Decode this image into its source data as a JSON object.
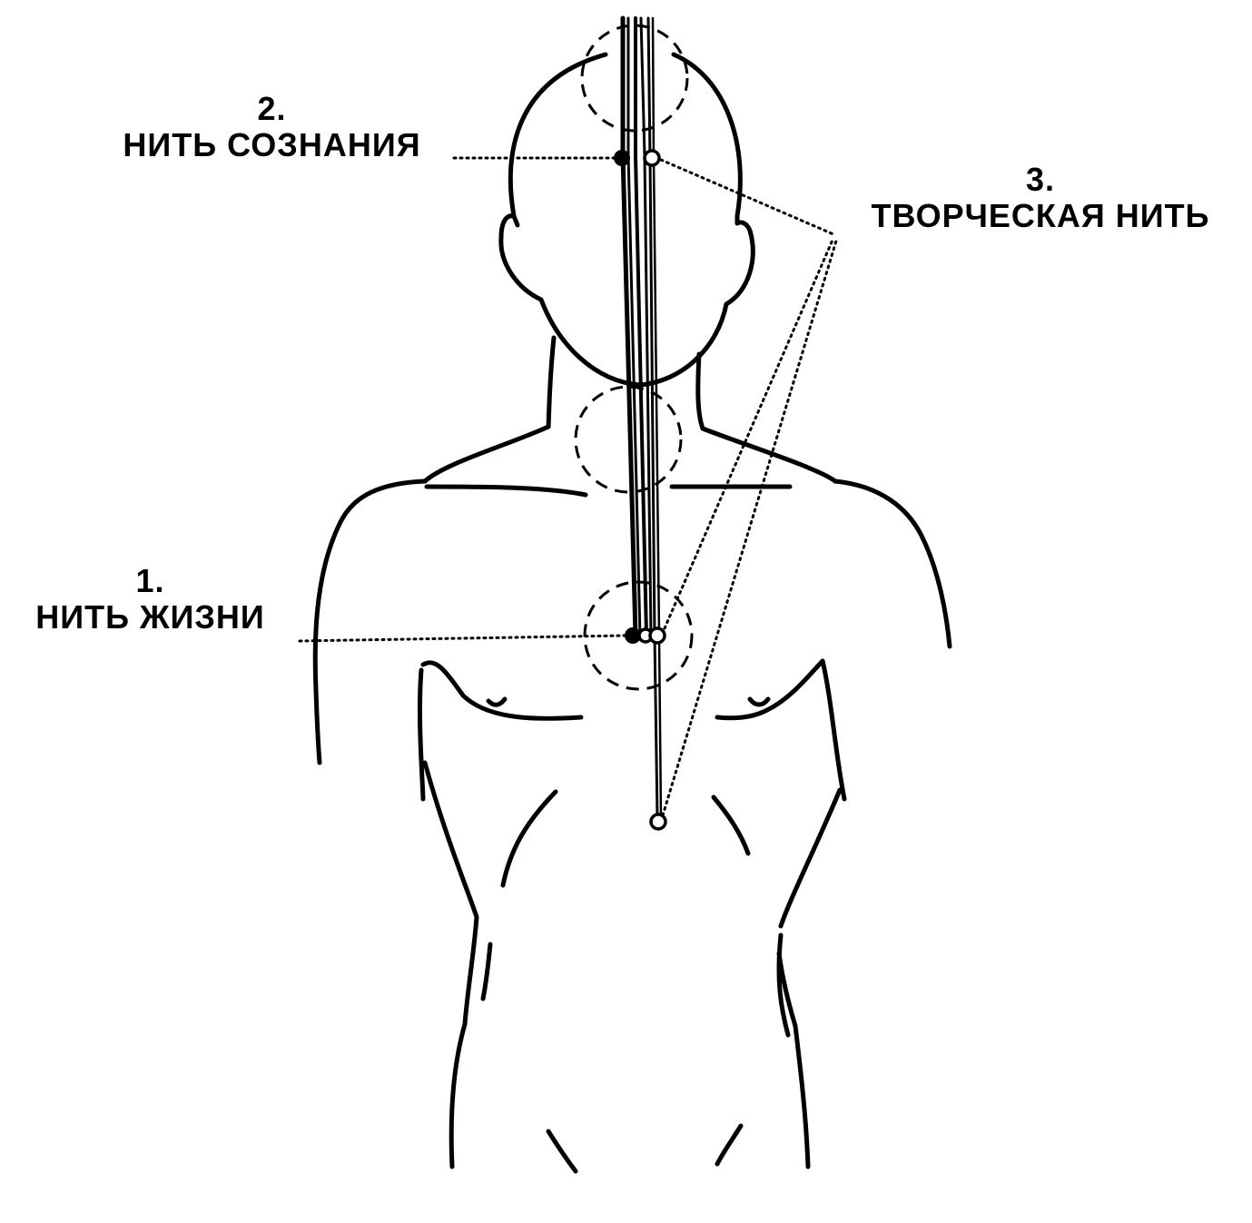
{
  "labels": {
    "life": {
      "number": "1.",
      "text": "НИТЬ ЖИЗНИ"
    },
    "consciousness": {
      "number": "2.",
      "text": "НИТЬ СОЗНАНИЯ"
    },
    "creative": {
      "number": "3.",
      "text": "ТВОРЧЕСКАЯ НИТЬ"
    }
  },
  "colors": {
    "ink": "#000000",
    "paper": "#ffffff"
  }
}
